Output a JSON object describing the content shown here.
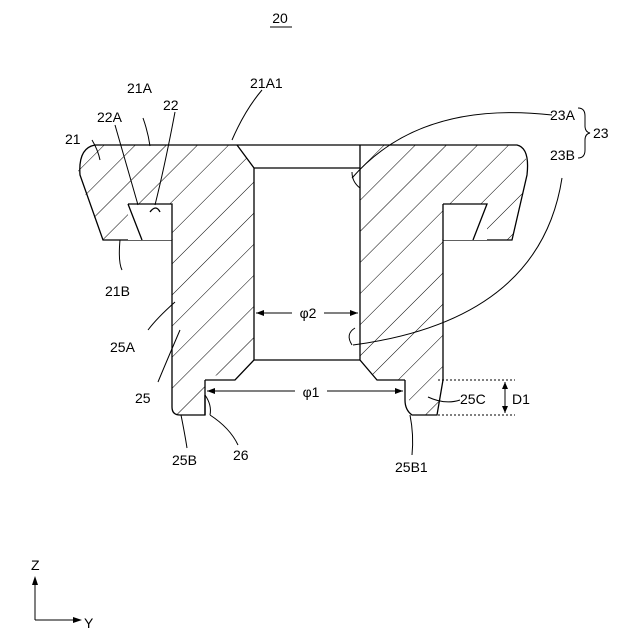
{
  "figure": {
    "number": "20",
    "labels": {
      "l21": "21",
      "l21A": "21A",
      "l21A1": "21A1",
      "l21B": "21B",
      "l22": "22",
      "l22A": "22A",
      "l23": "23",
      "l23A": "23A",
      "l23B": "23B",
      "l25": "25",
      "l25A": "25A",
      "l25B": "25B",
      "l25B1": "25B1",
      "l25C": "25C",
      "l26": "26",
      "lD1": "D1",
      "phi1": "φ1",
      "phi2": "φ2"
    },
    "axes": {
      "z": "Z",
      "y": "Y"
    }
  }
}
